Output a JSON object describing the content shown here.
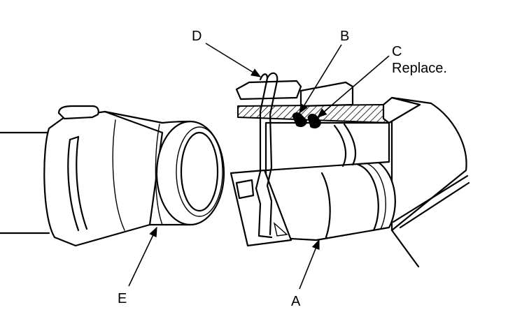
{
  "callouts": {
    "a": "A",
    "b": "B",
    "c": "C",
    "c_note": "Replace.",
    "d": "D",
    "e": "E"
  },
  "colors": {
    "ink": "#000000",
    "paper": "#ffffff"
  }
}
